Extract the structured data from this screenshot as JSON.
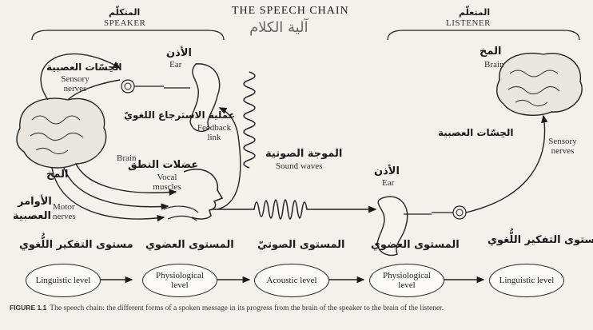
{
  "header": {
    "title": "THE SPEECH CHAIN",
    "title_ar": "آلية الكلام"
  },
  "speaker": {
    "label_ar": "المتكلّم",
    "label_en": "SPEAKER",
    "sensory_ar": "الحِسّات العصبية",
    "sensory_en": "Sensory nerves",
    "ear_ar": "الأذن",
    "ear_en": "Ear",
    "feedback_ar": "عملية الاسترجاع اللغويّ",
    "feedback_en": "Feedback link",
    "brain_en": "Brain",
    "brain_ar": "المخ",
    "vocal_ar": "عضلات النطق",
    "vocal_en": "Vocal muscles",
    "motor_ar_1": "الأوامر",
    "motor_ar_2": "العصبية",
    "motor_en": "Motor nerves"
  },
  "listener": {
    "label_ar": "المتعلّم",
    "label_en": "LISTENER",
    "brain_ar": "المخ",
    "brain_en": "Brain",
    "sensory_ar": "الحِسّات العصبية",
    "sensory_en": "Sensory nerves",
    "ear_ar": "الأذن",
    "ear_en": "Ear"
  },
  "sound": {
    "label_ar": "الموجة الصوتية",
    "label_en": "Sound waves"
  },
  "levels": [
    {
      "ar": "مستوى التفكير اللُّغوي",
      "en": "Linguistic level"
    },
    {
      "ar": "المستوى العضوي",
      "en": "Physiological level"
    },
    {
      "ar": "المستوى الصوتيّ",
      "en": "Acoustic level"
    },
    {
      "ar": "المستوى العضوي",
      "en": "Physiological level"
    },
    {
      "ar": "مستوى التفكير اللُّغوي",
      "en": "Linguistic level"
    }
  ],
  "caption": {
    "figure": "FIGURE 1.1",
    "text": "The speech chain: the different forms of a spoken message in its progress from the brain of the speaker to the brain of the listener."
  }
}
